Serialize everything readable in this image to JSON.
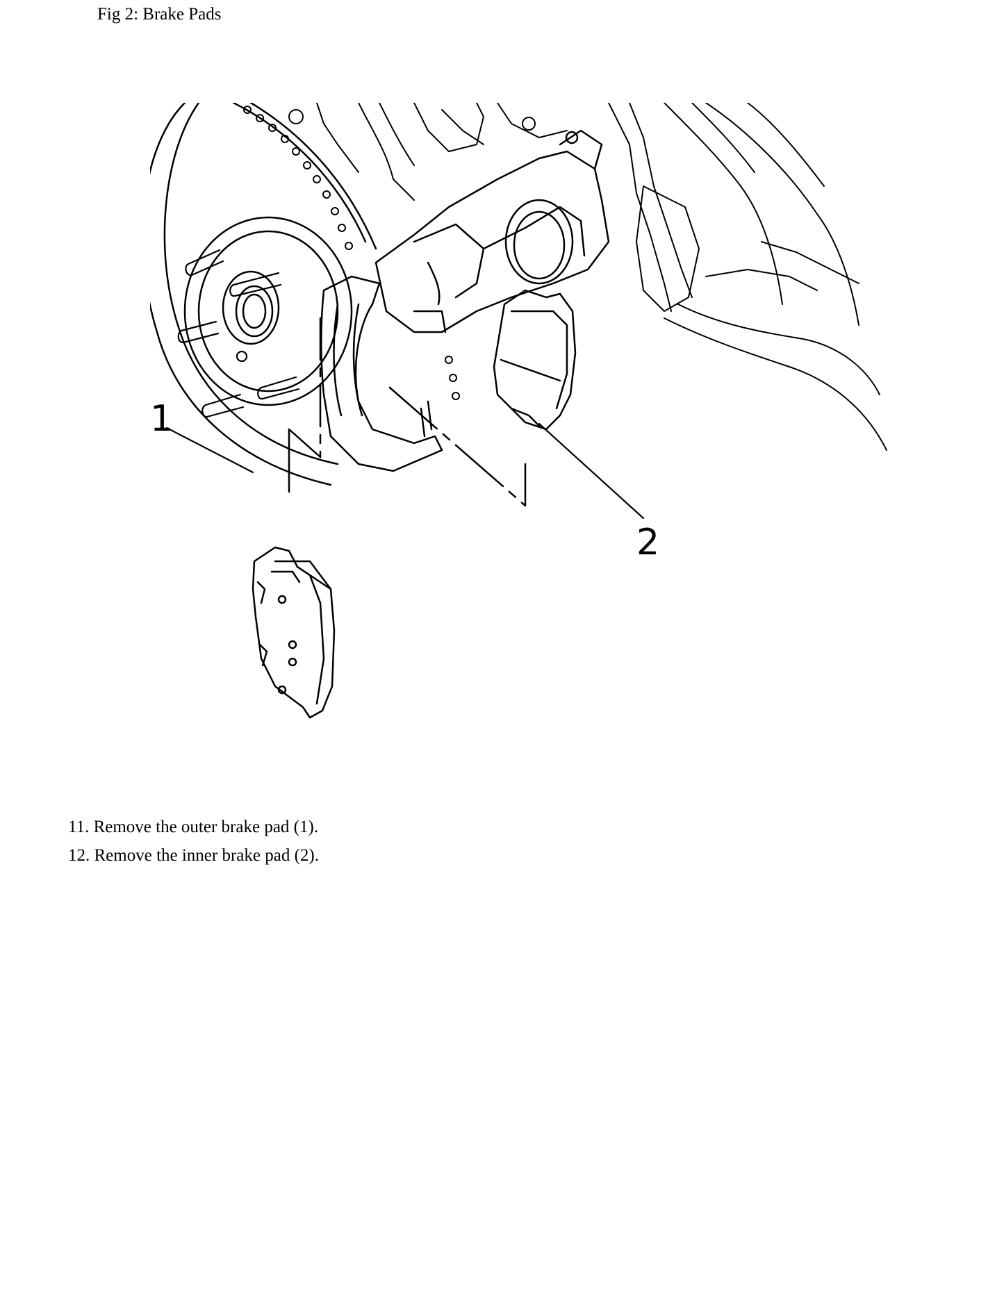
{
  "caption": "Fig 2: Brake Pads",
  "figure": {
    "callout_1": "1",
    "callout_2": "2",
    "line_color": "#000000",
    "background": "#ffffff"
  },
  "steps": [
    {
      "number": "11.",
      "text": "Remove the outer brake pad (1)."
    },
    {
      "number": "12.",
      "text": "Remove the inner brake pad (2)."
    }
  ]
}
